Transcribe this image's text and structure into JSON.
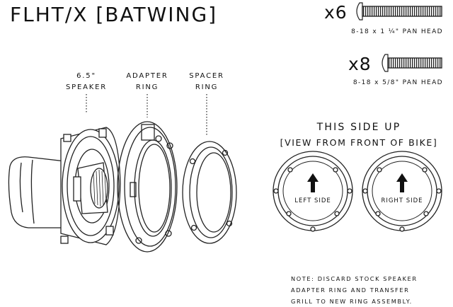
{
  "title": "FLHT/X [BATWING]",
  "hardware": [
    {
      "count": "x6",
      "spec": "8-18 x 1 ¼\" PAN HEAD",
      "icon": "short-screw-icon"
    },
    {
      "count": "x8",
      "spec": "8-18 x 5/8\" PAN HEAD",
      "icon": "long-screw-icon"
    }
  ],
  "parts": [
    {
      "line1": "6.5\"",
      "line2": "SPEAKER"
    },
    {
      "line1": "ADAPTER",
      "line2": "RING"
    },
    {
      "line1": "SPACER",
      "line2": "RING"
    }
  ],
  "orientation": {
    "heading": "THIS SIDE UP",
    "subheading": "[VIEW FROM FRONT OF BIKE]",
    "left_label": "LEFT SIDE",
    "right_label": "RIGHT SIDE"
  },
  "note_lines": [
    "NOTE: DISCARD STOCK SPEAKER",
    "ADAPTER RING AND TRANSFER",
    "GRILL TO NEW RING ASSEMBLY."
  ]
}
